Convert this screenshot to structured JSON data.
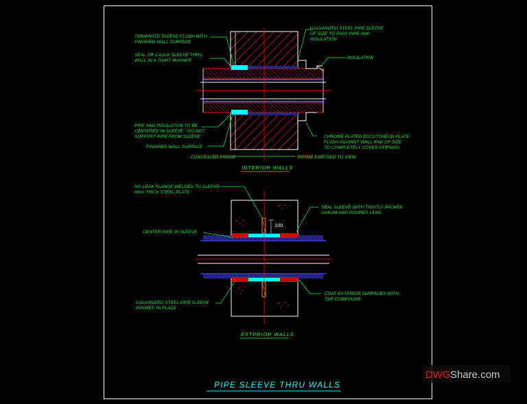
{
  "drawing": {
    "title": "PIPE SLEEVE THRU WALLS",
    "interior_title": "INTERIOR WALLS",
    "exterior_title": "EXTERIOR WALLS",
    "dimension_label": "100"
  },
  "interior_notes": {
    "terminate_l1": "TERMINATE SLEEVE FLUSH WITH",
    "terminate_l2": "FINISHED WALL SURFACE",
    "seal_l1": "SEAL OR CAULK SLEEVE THRU",
    "seal_l2": "WALL IN A TIGHT MANNER",
    "pipe_l1": "PIPE AND INSULATION TO BE",
    "pipe_l2": "CENTERED IN SLEEVE - DO NOT",
    "pipe_l3": "SUPPORT PIPE FROM SLEEVE",
    "finished_wall": "FINISHED WALL SURFACE",
    "concealed": "CONCEALED PIPING",
    "galv_l1": "GALVANIZED STEEL PIPE SLEEVE",
    "galv_l2": "OF SIZE TO PASS PIPE AND",
    "galv_l3": "INSULATION",
    "insulation": "INSULATION",
    "chrome_l1": "CHROME PLATED ESCUTCHEON PLATE",
    "chrome_l2": "FLUSH AGAINST WALL AND OF SIZE",
    "chrome_l3": "TO COMPLETELY COVER OPENING",
    "exposed": "PIPING EXPOSED TO VIEW"
  },
  "exterior_notes": {
    "flange_l1": "NO-LEAK FLANGE WELDED TO SLEEVE",
    "flange_l2": "6mm THICK STEEL PLATE",
    "center_pipe": "CENTER PIPE IN SLEEVE",
    "galv_l1": "GALVANIZED STEEL PIPE SLEEVE",
    "galv_l2": "POURED IN PLACE",
    "seal_l1": "SEAL SLEEVE WITH TIGHTLY PACKED",
    "seal_l2": "OAKUM AND POURED LEAD",
    "coat_l1": "COAT EXTERIOR SURFACES WITH",
    "coat_l2": "TAR COMPOUND"
  },
  "watermark": {
    "part1": "DWG",
    "part2": "Share.com"
  },
  "colors": {
    "background": "#000000",
    "border": "#ffffff",
    "wall": "#ffffff",
    "hatch": "#ff2a2a",
    "centerline": "#ff0000",
    "leader": "#00ff3a",
    "sleeve": "#00ffff",
    "insulation": "#4040ff",
    "seal": "#ff0000"
  }
}
